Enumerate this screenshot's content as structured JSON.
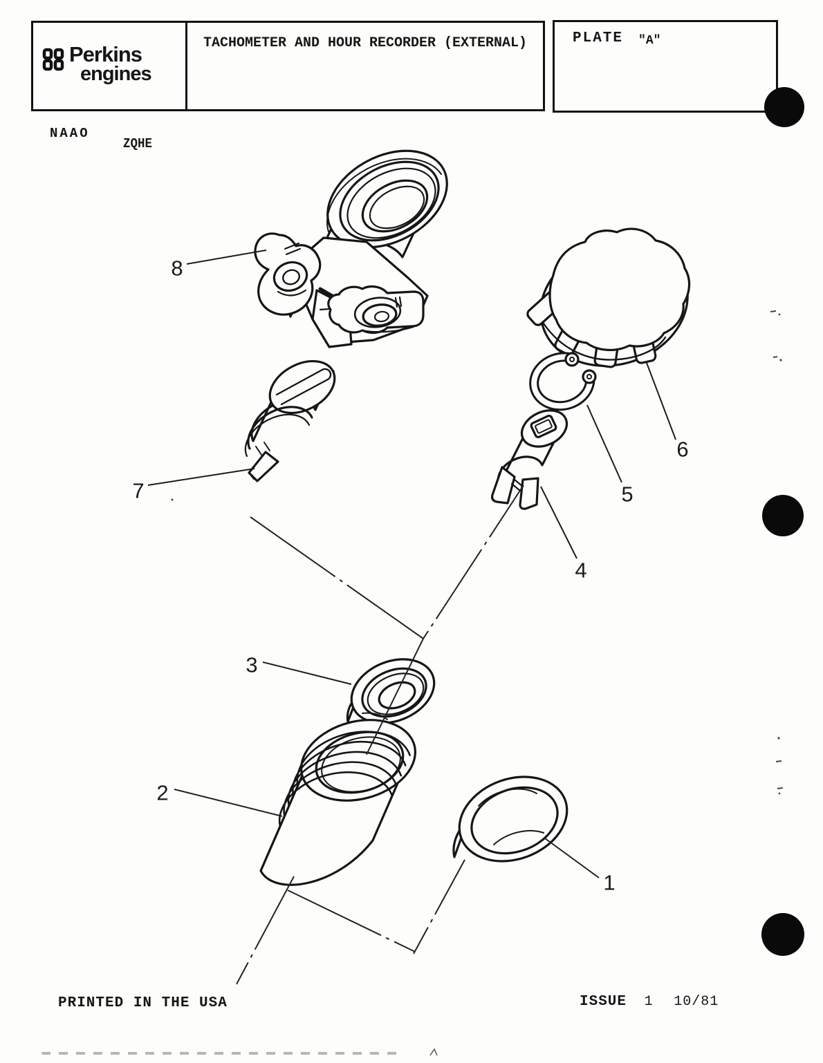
{
  "header": {
    "logo": {
      "line1": "Perkins",
      "line2": "engines",
      "mark": "four-squares-logo"
    },
    "title": "TACHOMETER AND HOUR RECORDER (EXTERNAL)",
    "plate": {
      "label": "PLATE",
      "value": "\"A\""
    }
  },
  "codes": {
    "left_code": "NAAO",
    "right_code": "ZQHE"
  },
  "diagram": {
    "type": "exploded-parts-diagram",
    "callouts": [
      {
        "label": "1"
      },
      {
        "label": "2"
      },
      {
        "label": "3"
      },
      {
        "label": "4"
      },
      {
        "label": "5"
      },
      {
        "label": "6"
      },
      {
        "label": "7"
      },
      {
        "label": "8"
      }
    ]
  },
  "footer": {
    "printed": "PRINTED IN THE USA",
    "issue_label": "ISSUE",
    "issue_number": "1",
    "issue_date": "10/81"
  },
  "colors": {
    "ink": "#161616",
    "paper": "#fdfdfb",
    "punch_hole": "#0a0a0a"
  }
}
